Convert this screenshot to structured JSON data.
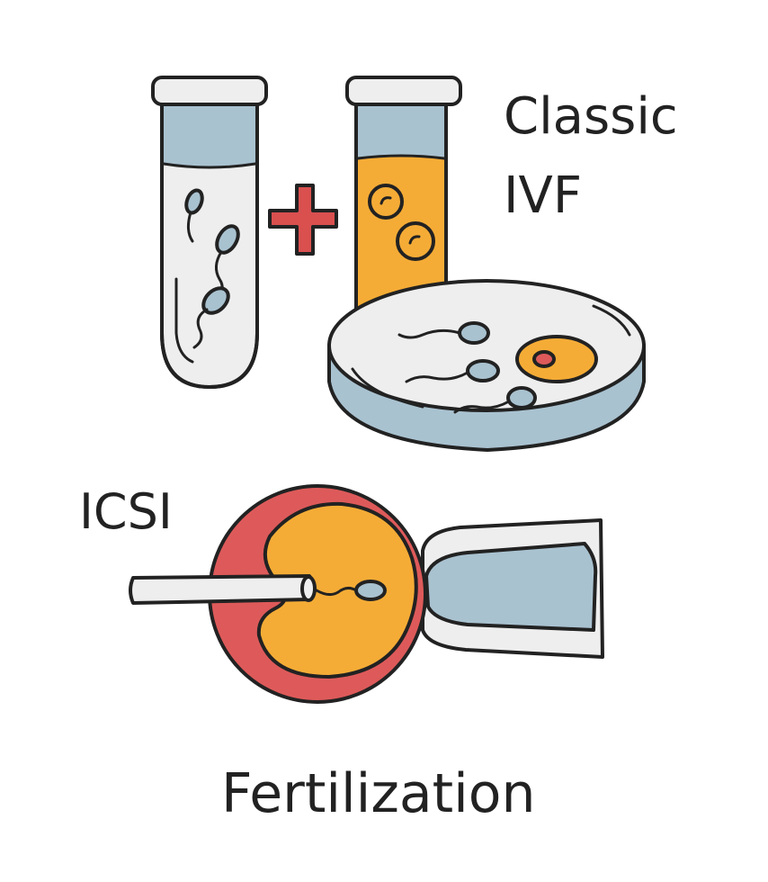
{
  "labels": {
    "classic": "Classic",
    "ivf": "IVF",
    "icsi": "ICSI",
    "title": "Fertilization"
  },
  "colors": {
    "outline": "#222222",
    "glass_blue": "#a9c2d0",
    "glass_light": "#eeeeee",
    "orange": "#f5ac36",
    "red": "#de5a5a",
    "plus_red": "#d9504f"
  },
  "icons": {
    "sperm_tube": "test-tube-with-sperm-icon",
    "egg_tube": "test-tube-with-eggs-icon",
    "plus": "plus-icon",
    "petri_dish": "petri-dish-icon",
    "egg": "egg-cell-icon",
    "needle": "injection-needle-icon",
    "pipette": "holding-pipette-icon"
  }
}
